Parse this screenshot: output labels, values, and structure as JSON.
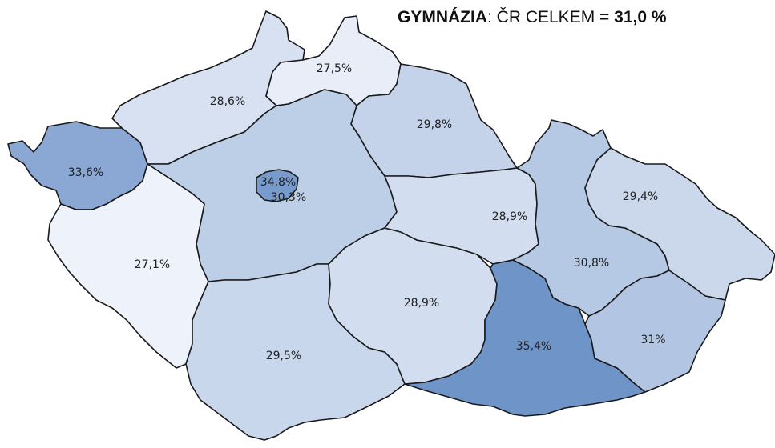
{
  "title": {
    "bold_prefix": "GYMNÁZIA",
    "middle_text": ": ČR CELKEM = ",
    "bold_total": "31,0 %"
  },
  "map": {
    "country": "ČR",
    "regions": [
      {
        "id": "karlovarsky",
        "label": "33,6%",
        "value": 33.6
      },
      {
        "id": "ustecky",
        "label": "28,6%",
        "value": 28.6
      },
      {
        "id": "liberecky",
        "label": "27,5%",
        "value": 27.5
      },
      {
        "id": "kralovehradecky",
        "label": "29,8%",
        "value": 29.8
      },
      {
        "id": "stredocesky",
        "label": "30,3%",
        "value": 30.3
      },
      {
        "id": "praha",
        "label": "34,8%",
        "value": 34.8
      },
      {
        "id": "plzensky",
        "label": "27,1%",
        "value": 27.1
      },
      {
        "id": "jihocesky",
        "label": "29,5%",
        "value": 29.5
      },
      {
        "id": "vysocina",
        "label": "28,9%",
        "value": 28.9
      },
      {
        "id": "pardubicky",
        "label": "28,9%",
        "value": 28.9
      },
      {
        "id": "jihomoravsky",
        "label": "35,4%",
        "value": 35.4
      },
      {
        "id": "olomoucky",
        "label": "30,8%",
        "value": 30.8
      },
      {
        "id": "moravskoslezsky",
        "label": "29,4%",
        "value": 29.4
      },
      {
        "id": "zlinsky",
        "label": "31%",
        "value": 31.0
      }
    ]
  }
}
